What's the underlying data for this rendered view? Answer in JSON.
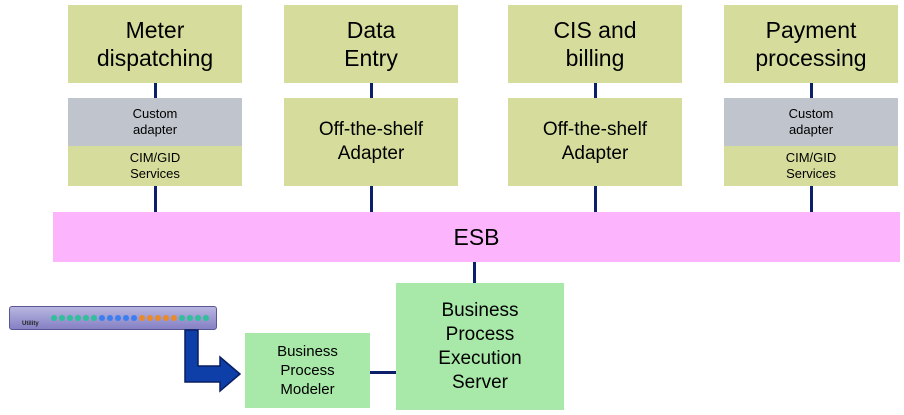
{
  "apps": [
    {
      "name": "Meter\ndispatching"
    },
    {
      "name": "Data\nEntry"
    },
    {
      "name": "CIS and\nbilling"
    },
    {
      "name": "Payment\nprocessing"
    }
  ],
  "adapters": {
    "custom": "Custom\nadapter",
    "cim": "CIM/GID\nServices",
    "off_the_shelf": "Off-the-shelf\nAdapter"
  },
  "esb": "ESB",
  "bpm": {
    "execution_server": "Business\nProcess\nExecution\nServer",
    "modeler": "Business\nProcess\nModeler"
  },
  "utility_device": {
    "label": "Utility"
  },
  "colors": {
    "app": "#d6dc9c",
    "custom_adapter": "#c0c4cc",
    "esb": "#fcb4fc",
    "business_process": "#a8e8a8",
    "connector": "#0b1f6b"
  }
}
